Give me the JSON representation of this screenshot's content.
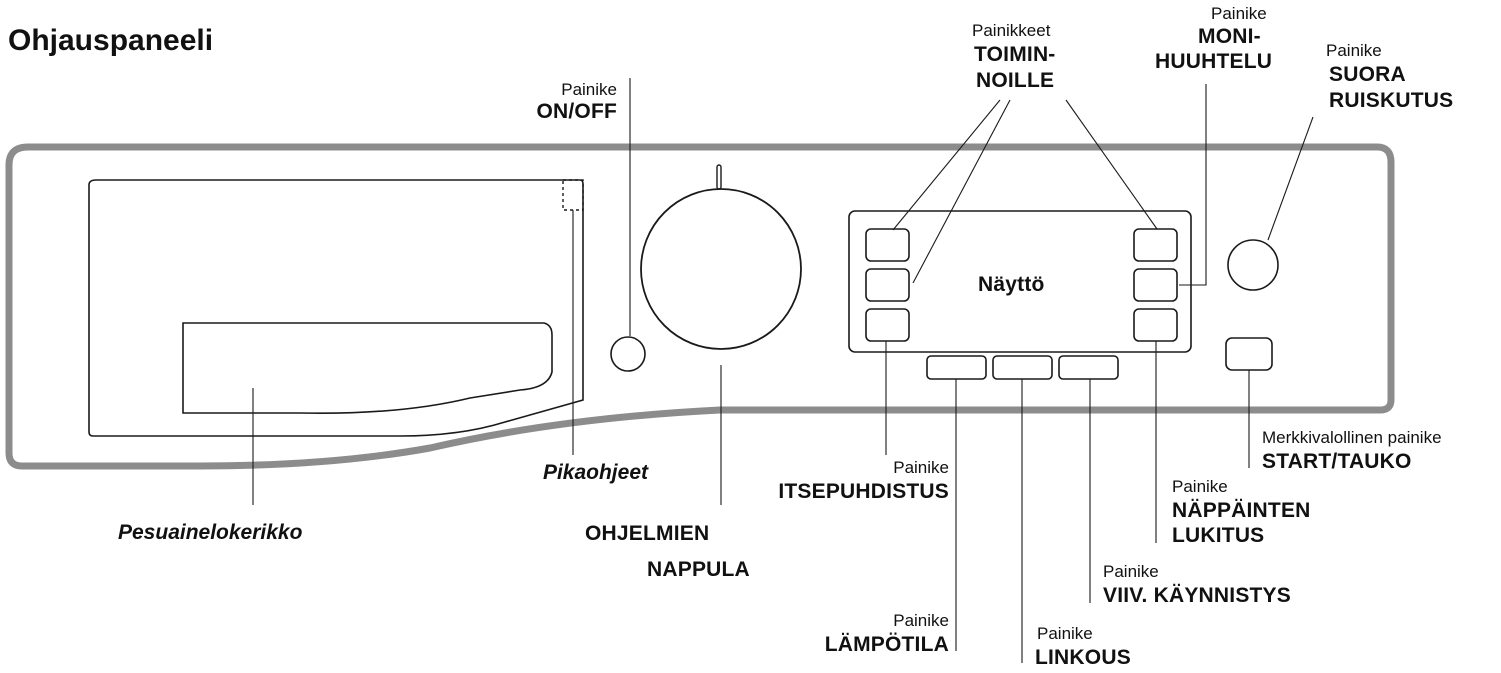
{
  "title": "Ohjauspaneeli",
  "display_label": "Näyttö",
  "labels": {
    "on_off": {
      "small": "Painike",
      "main": "ON/OFF"
    },
    "toiminnoille": {
      "small": "Painikkeet",
      "line1": "TOIMIN-",
      "line2": "NOILLE"
    },
    "monihuuhtelu": {
      "small": "Painike",
      "line1": "MONI-",
      "line2": "HUUHTELU"
    },
    "suora_ruiskutus": {
      "small": "Painike",
      "line1": "SUORA",
      "line2": "RUISKUTUS"
    },
    "pikaohjeet": "Pikaohjeet",
    "pesuainelokerikko": "Pesuainelokerikko",
    "ohjelmien_nappula": {
      "line1": "OHJELMIEN",
      "line2": "NAPPULA"
    },
    "itsepuhdistus": {
      "small": "Painike",
      "main": "ITSEPUHDISTUS"
    },
    "lampotila": {
      "small": "Painike",
      "main": "LÄMPÖTILA"
    },
    "linkous": {
      "small": "Painike",
      "main": "LINKOUS"
    },
    "viiv_kaynnistys": {
      "small": "Painike",
      "main": "VIIV. KÄYNNISTYS"
    },
    "nappainten_lukitus": {
      "small": "Painike",
      "line1": "NÄPPÄINTEN",
      "line2": "LUKITUS"
    },
    "start_tauko": {
      "small": "Merkkivalollinen painike",
      "main": "START/TAUKO"
    }
  },
  "colors": {
    "stroke": "#1a1a1a",
    "panel_outline": "#8c8c8c",
    "text": "#111111"
  }
}
